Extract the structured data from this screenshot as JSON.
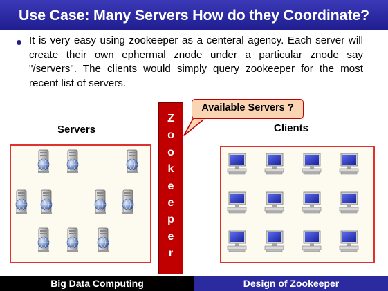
{
  "slide": {
    "title": "Use Case: Many Servers How do they Coordinate?",
    "bullet": "It is very easy using zookeeper as a centeral agency. Each server will create their own ephermal znode under a particular znode say \"/servers\". The clients would simply query zookeeper for the most recent list of servers."
  },
  "zookeeper": {
    "letters": [
      "Z",
      "o",
      "o",
      "k",
      "e",
      "e",
      "p",
      "e",
      "r"
    ]
  },
  "callout": {
    "text": "Available Servers ?"
  },
  "labels": {
    "servers": "Servers",
    "clients": "Clients"
  },
  "footer": {
    "left": "Big Data Computing",
    "right": "Design of Zookeeper"
  },
  "icons": {
    "server": "server-tower-icon",
    "client": "desktop-computer-icon"
  },
  "colors": {
    "title_bar": "#2b2a9e",
    "zookeeper_bar": "#c00000",
    "callout_fill": "#fbd4b4",
    "box_border": "#e03030"
  }
}
